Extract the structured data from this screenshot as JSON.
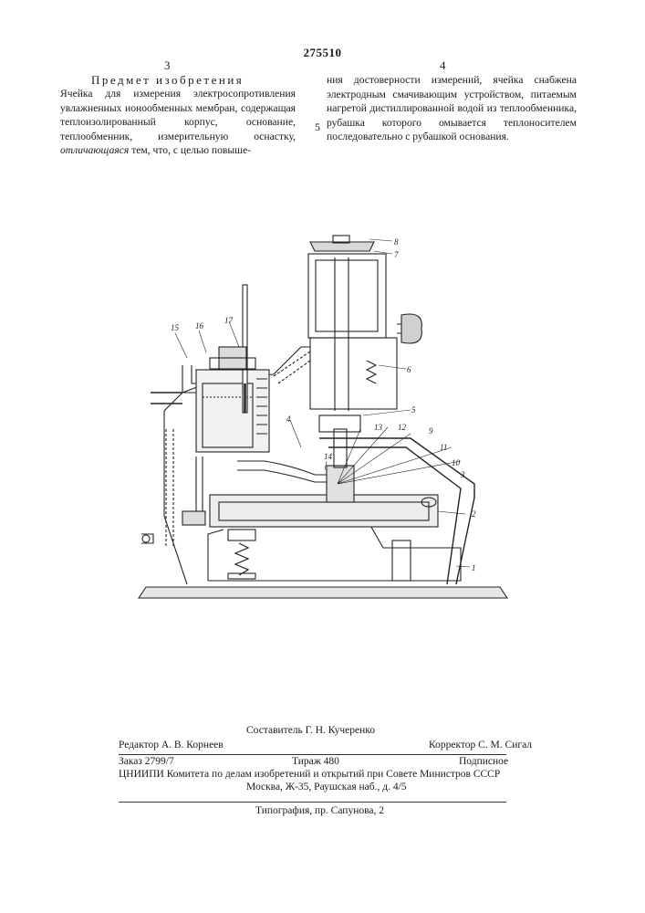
{
  "patent_number": "275510",
  "column_numbers": {
    "left": "3",
    "right": "4"
  },
  "section_title": "Предмет изобретения",
  "claim": {
    "part1": "Ячейка для измерения электросопротивления увлажненных ионообменных мембран, содержащая теплоизолированный корпус, основание, теплообменник, измерительную оснастку, ",
    "emphasis": "отличающаяся",
    "part2": " тем, что, с целью повыше-",
    "right_column": "ния достоверности измерений, ячейка снабжена электродным смачивающим устройством, питаемым нагретой дистиллированной водой из теплообменника, рубашка которого омывается теплоносителем последовательно с рубашкой основания."
  },
  "line_marker": "5",
  "figure_labels": [
    "1",
    "2",
    "3",
    "4",
    "5",
    "6",
    "7",
    "8",
    "9",
    "10",
    "11",
    "12",
    "13",
    "14",
    "15",
    "16",
    "17"
  ],
  "footer": {
    "editor": "Редактор А. В. Корнеев",
    "compiler": "Составитель Г. Н. Кучеренко",
    "corrector": "Корректор С. М. Сигал",
    "order": "Заказ 2799/7",
    "run": "Тираж 480",
    "subscription": "Подписное",
    "organization": "ЦНИИПИ Комитета по делам изобретений и открытий при Совете Министров СССР",
    "address": "Москва, Ж-35, Раушская наб., д. 4/5",
    "printer": "Типография, пр. Сапунова, 2"
  }
}
